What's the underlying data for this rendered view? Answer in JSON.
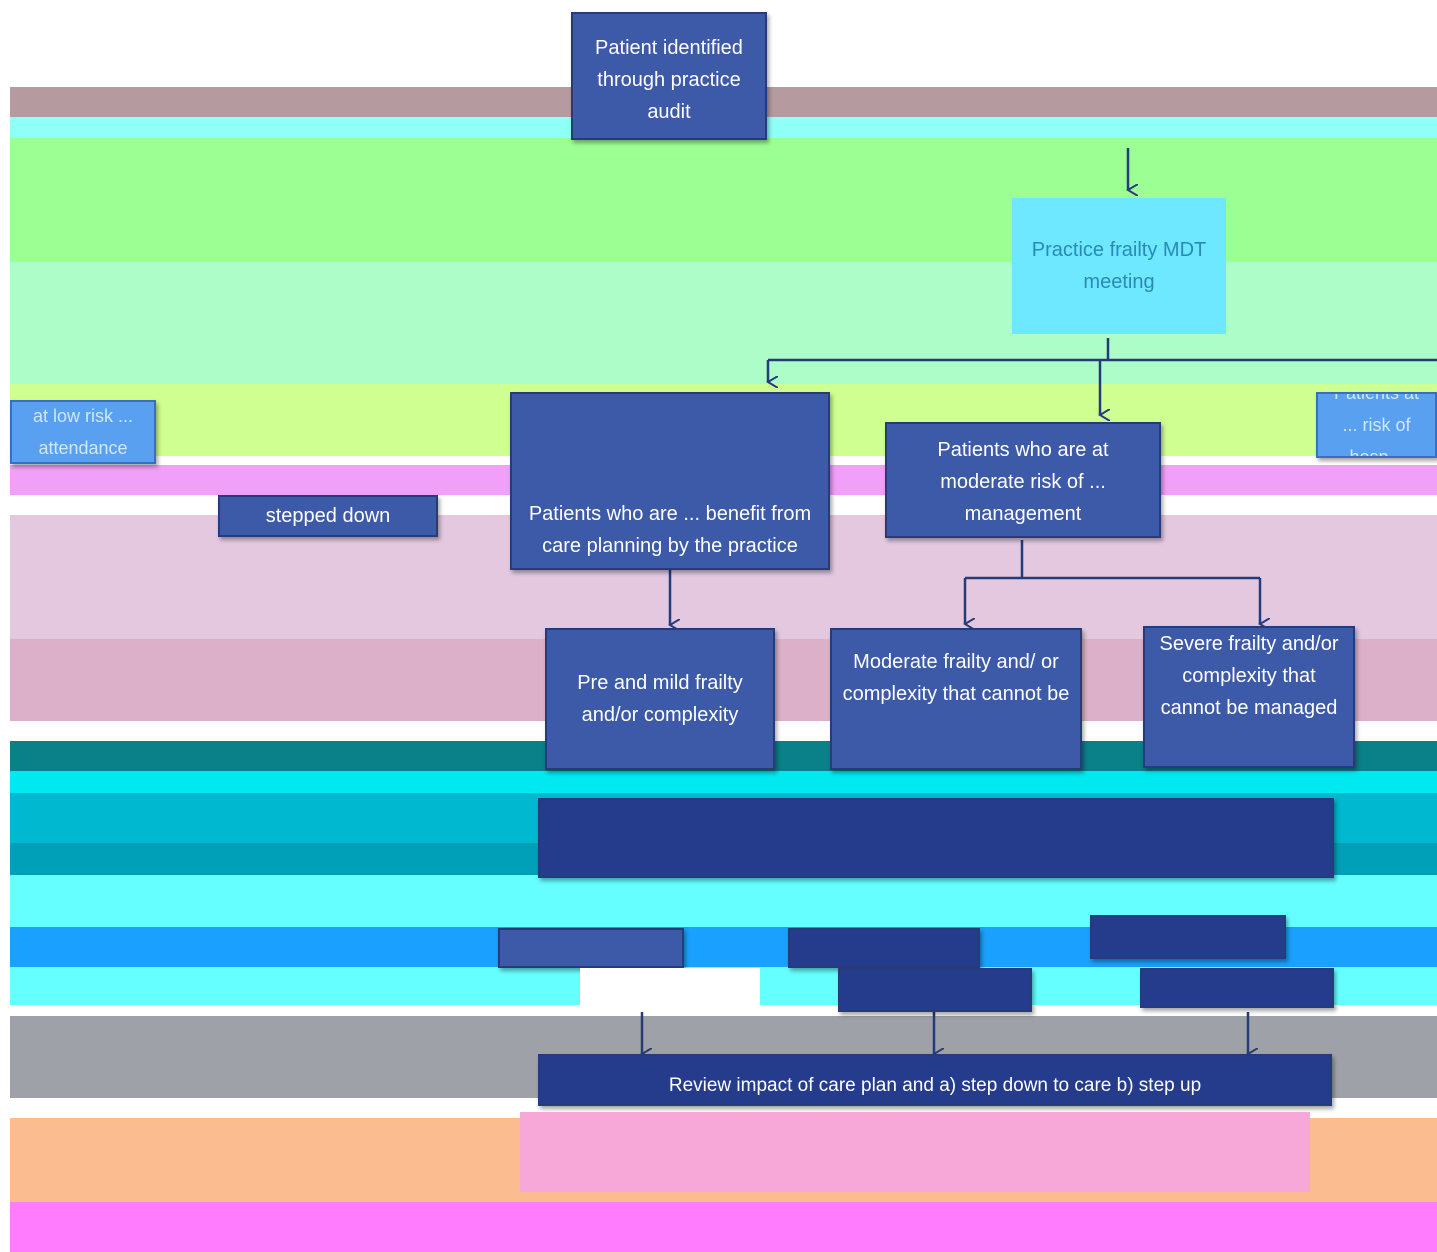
{
  "colors": {
    "box_fill": "#3d5aa8",
    "box_border": "#263b7a",
    "arrow": "#263b7a",
    "band_mauve": "#b59aa0",
    "band_green": "#9cff94",
    "band_mint": "#adfdc8",
    "band_pink": "#e4c8e0",
    "band_rose": "#dcb0c8",
    "band_teal": "#0a8088",
    "band_cyan": "#66ffff",
    "band_grey": "#9ea2a8",
    "band_peach": "#fbbc90",
    "band_magenta": "#ff7cff"
  },
  "boxes": {
    "audit": "Patient identified through practice audit",
    "mdt": "Practice frailty MDT meeting",
    "stepped_down": "stepped down",
    "left_partial": "at low risk ... attendance",
    "care_planning": "Patients who are ... benefit from care planning by the practice",
    "moderate_risk": "Patients who are at moderate risk of ... management",
    "right_partial": "Patients at ... risk of hosp...",
    "mild": "Pre and mild frailty and/or complexity",
    "moderate": "Moderate frailty and/ or complexity that cannot be",
    "severe": "Severe frailty and/or complexity that cannot be managed",
    "review": "Review impact of care plan and a) step down to care b) step up"
  }
}
